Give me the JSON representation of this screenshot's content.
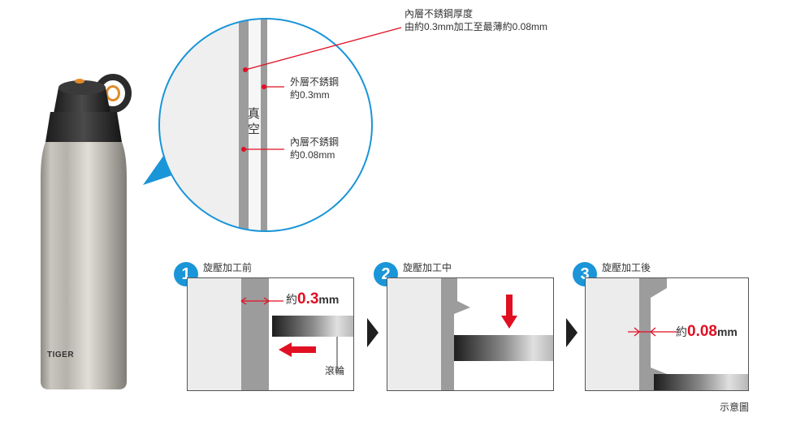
{
  "callouts": {
    "inner_thickness_line1": "內層不銹鋼厚度",
    "inner_thickness_line2": "由約0.3mm加工至最薄約0.08mm",
    "outer_line1": "外層不銹鋼",
    "outer_line2": "約0.3mm",
    "inner_line1": "內層不銹鋼",
    "inner_line2": "約0.08mm",
    "vacuum_1": "真",
    "vacuum_2": "空"
  },
  "bottle": {
    "logo": "TIGER"
  },
  "steps": [
    {
      "number": "1",
      "title": "旋壓加工前",
      "measure_prefix": "約",
      "measure_value": "0.3",
      "measure_unit": "mm",
      "roller_label": "滾輪"
    },
    {
      "number": "2",
      "title": "旋壓加工中"
    },
    {
      "number": "3",
      "title": "旋壓加工後",
      "measure_prefix": "約",
      "measure_value": "0.08",
      "measure_unit": "mm"
    }
  ],
  "footnote": "示意圖",
  "colors": {
    "accent_blue": "#1a95d8",
    "callout_red": "#e10f22",
    "wall_gray": "#9c9c9c"
  }
}
